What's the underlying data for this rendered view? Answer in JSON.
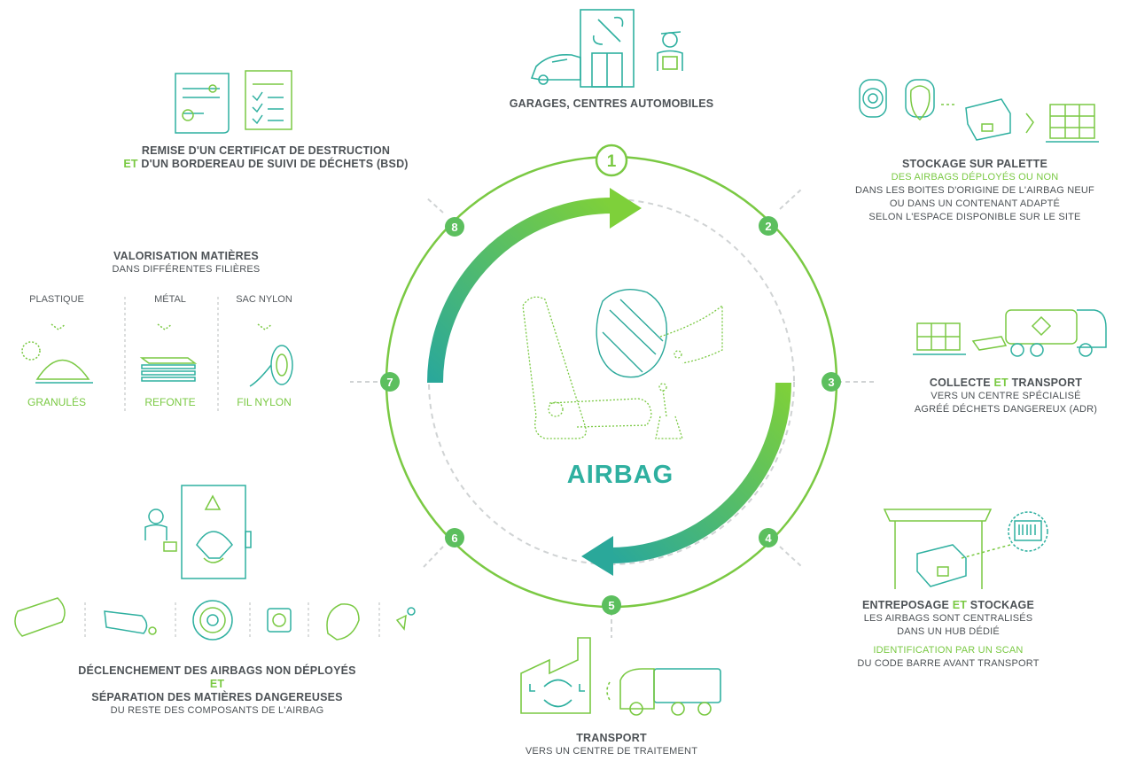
{
  "center_label": "AIRBAG",
  "steps": [
    {
      "number": "1",
      "title": "GARAGES, CENTRES AUTOMOBILES"
    },
    {
      "number": "2",
      "title": "STOCKAGE SUR PALETTE",
      "highlight": "DES AIRBAGS DÉPLOYÉS OU NON",
      "lines": [
        "DANS LES BOITES D'ORIGINE DE L'AIRBAG NEUF",
        "OU DANS UN CONTENANT ADAPTÉ",
        "SELON L'ESPACE DISPONIBLE SUR LE SITE"
      ]
    },
    {
      "number": "3",
      "title_a": "COLLECTE",
      "title_et": "ET",
      "title_b": "TRANSPORT",
      "lines": [
        "VERS UN CENTRE SPÉCIALISÉ",
        "AGRÉÉ DÉCHETS DANGEREUX (ADR)"
      ]
    },
    {
      "number": "4",
      "title_a": "ENTREPOSAGE",
      "title_et": "ET",
      "title_b": "STOCKAGE",
      "lines": [
        "LES AIRBAGS SONT CENTRALISÉS",
        "DANS UN HUB DÉDIÉ"
      ],
      "highlight": "IDENTIFICATION PAR UN SCAN",
      "line_after": "DU CODE BARRE AVANT TRANSPORT"
    },
    {
      "number": "5",
      "title": "TRANSPORT",
      "line": "VERS UN CENTRE DE TRAITEMENT"
    },
    {
      "number": "6",
      "title": "DÉCLENCHEMENT DES AIRBAGS NON DÉPLOYÉS",
      "et": "ET",
      "title2": "SÉPARATION DES MATIÈRES DANGEREUSES",
      "line": "DU RESTE DES COMPOSANTS DE L'AIRBAG"
    },
    {
      "number": "7",
      "title": "VALORISATION MATIÈRES",
      "line": "DANS DIFFÉRENTES FILIÈRES",
      "materials": [
        {
          "source": "PLASTIQUE",
          "result": "GRANULÉS"
        },
        {
          "source": "MÉTAL",
          "result": "REFONTE"
        },
        {
          "source": "SAC NYLON",
          "result": "FIL NYLON"
        }
      ]
    },
    {
      "number": "8",
      "title_line1": "REMISE D'UN CERTIFICAT DE DESTRUCTION",
      "et": "ET",
      "title_line2": "D'UN BORDEREAU DE SUIVI DE DÉCHETS (BSD)"
    }
  ],
  "icons": [
    "garage-icon",
    "mechanic-icon",
    "car-icon",
    "airbag-pallet-icon",
    "truck-icon",
    "warehouse-icon",
    "barcode-icon",
    "factory-icon",
    "detonation-icon",
    "components-icon",
    "granules-icon",
    "metal-sheets-icon",
    "nylon-spool-icon",
    "certificate-icon",
    "checklist-icon",
    "car-seat-icon"
  ],
  "colors": {
    "green": "#7ac943",
    "teal": "#2fb0a0",
    "text": "#4d5256"
  }
}
